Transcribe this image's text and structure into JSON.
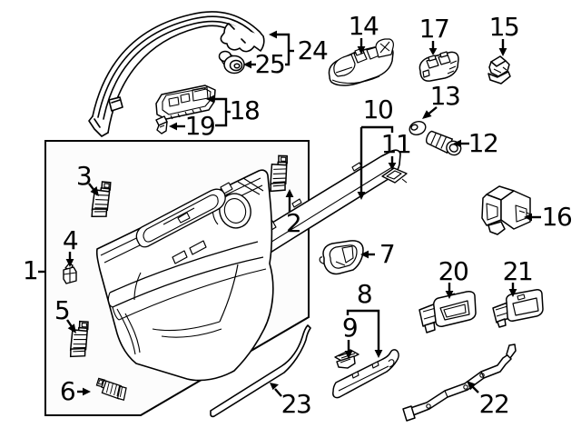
{
  "diagram": {
    "background": "#ffffff",
    "line_color": "#000000",
    "text_color": "#000000",
    "callouts": [
      {
        "number": "1"
      },
      {
        "number": "2"
      },
      {
        "number": "3"
      },
      {
        "number": "4"
      },
      {
        "number": "5"
      },
      {
        "number": "6"
      },
      {
        "number": "7"
      },
      {
        "number": "8"
      },
      {
        "number": "9"
      },
      {
        "number": "10"
      },
      {
        "number": "11"
      },
      {
        "number": "12"
      },
      {
        "number": "13"
      },
      {
        "number": "14"
      },
      {
        "number": "15"
      },
      {
        "number": "16"
      },
      {
        "number": "17"
      },
      {
        "number": "18"
      },
      {
        "number": "19"
      },
      {
        "number": "20"
      },
      {
        "number": "21"
      },
      {
        "number": "22"
      },
      {
        "number": "23"
      },
      {
        "number": "24"
      },
      {
        "number": "25"
      }
    ]
  }
}
